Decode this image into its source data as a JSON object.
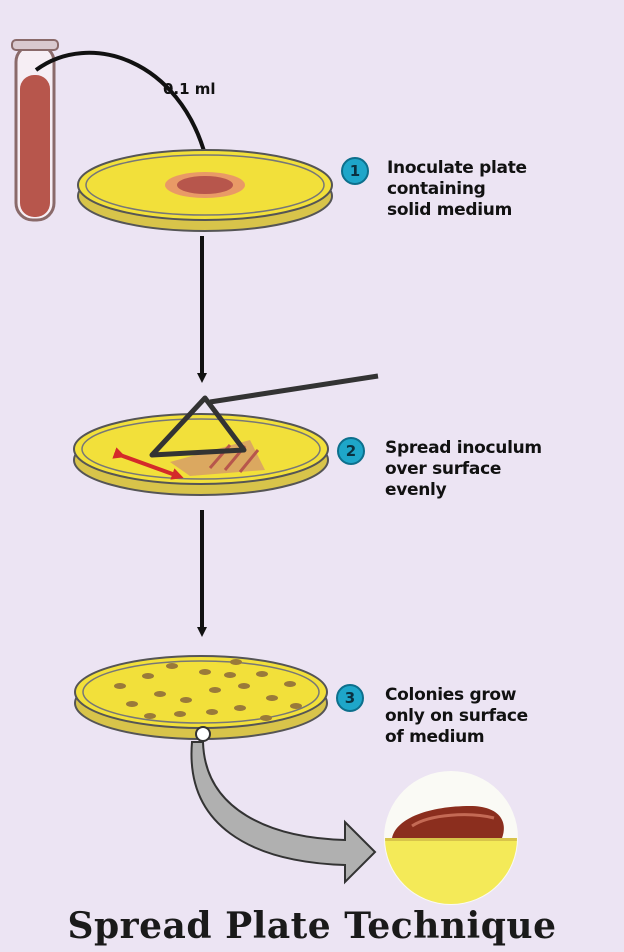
{
  "title": "Spread Plate Technique",
  "volume_label": "0.1 ml",
  "steps": [
    {
      "number": "1",
      "lines": [
        "Inoculate plate",
        "containing",
        "solid medium"
      ]
    },
    {
      "number": "2",
      "lines": [
        "Spread inoculum",
        "over surface",
        "evenly"
      ]
    },
    {
      "number": "3",
      "lines": [
        "Colonies grow",
        "only on surface",
        "of medium"
      ]
    }
  ],
  "colors": {
    "background": "#ece4f3",
    "agar": "#f2e03a",
    "badge": "#1ea6c9",
    "sample": "#b7564c",
    "colony": "#9a7a3a",
    "spreader_arrow": "#d42a2a"
  }
}
